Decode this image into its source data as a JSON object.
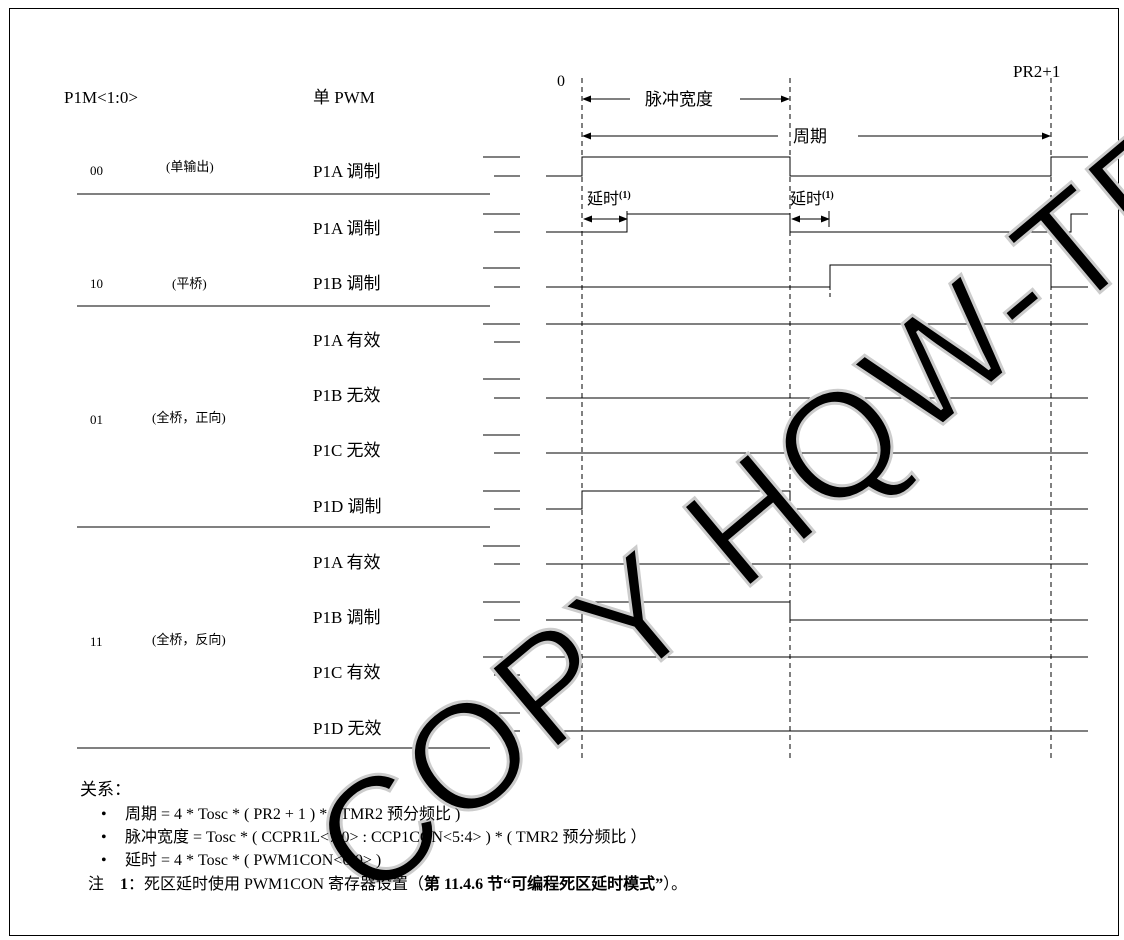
{
  "header": {
    "mode_col": "P1M<1:0>",
    "signal_col": "单 PWM",
    "zero": "0",
    "end_marker": "PR2+1"
  },
  "timing": {
    "pulse_width": "脉冲宽度",
    "period": "周期",
    "delay": "延时",
    "delay_note": "(1)"
  },
  "groups": [
    {
      "code": "00",
      "desc": "(单输出)",
      "signals": [
        "P1A 调制"
      ]
    },
    {
      "code": "10",
      "desc": "(平桥)",
      "signals": [
        "P1A 调制",
        "P1B 调制"
      ]
    },
    {
      "code": "01",
      "desc": "(全桥，正向)",
      "signals": [
        "P1A 有效",
        "P1B 无效",
        "P1C 无效",
        "P1D 调制"
      ]
    },
    {
      "code": "11",
      "desc": "(全桥，反向)",
      "signals": [
        "P1A 有效",
        "P1B 调制",
        "P1C 有效",
        "P1D 无效"
      ]
    }
  ],
  "notes": {
    "title": "关系：",
    "items": [
      "周期 = 4 * Tosc * ( PR2 + 1 ) * ( TMR2 预分频比 )",
      "脉冲宽度 = Tosc * ( CCPR1L<7:0> : CCP1CON<5:4> ) * ( TMR2 预分频比 ）",
      "延时 = 4 * Tosc * ( PWM1CON<6:0> )"
    ],
    "foot_prefix": "注",
    "foot_num": "1",
    "foot_text": "：死区延时使用 PWM1CON 寄存器设置（",
    "foot_bold": "第 11.4.6 节“可编程死区延时模式”",
    "foot_end": "）。"
  },
  "watermark": "COPY HQW-TECH"
}
